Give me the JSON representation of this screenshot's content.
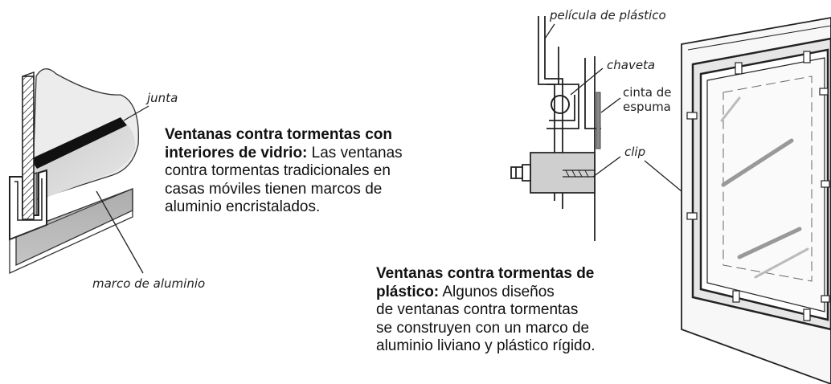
{
  "labels": {
    "junta": "junta",
    "marco_aluminio": "marco de aluminio",
    "pelicula": "película de plástico",
    "chaveta": "chaveta",
    "cinta_line1": "cinta de",
    "cinta_line2": "espuma",
    "clip": "clip"
  },
  "glass_section": {
    "title_line1": "Ventanas contra tormentas  con",
    "title_line2": "interiores de vidrio:",
    "body_line2": " Las ventanas",
    "body_line3": "contra tormentas tradicionales en",
    "body_line4": "casas móviles tienen marcos de",
    "body_line5": "aluminio encristalados."
  },
  "plastic_section": {
    "title_line1": "Ventanas contra tormentas de",
    "title_line2": "plástico:",
    "body_line2": " Algunos diseños",
    "body_line3": "de ventanas contra tormentas",
    "body_line4": "se construyen con un marco de",
    "body_line5": "aluminio liviano y plástico rígido."
  }
}
